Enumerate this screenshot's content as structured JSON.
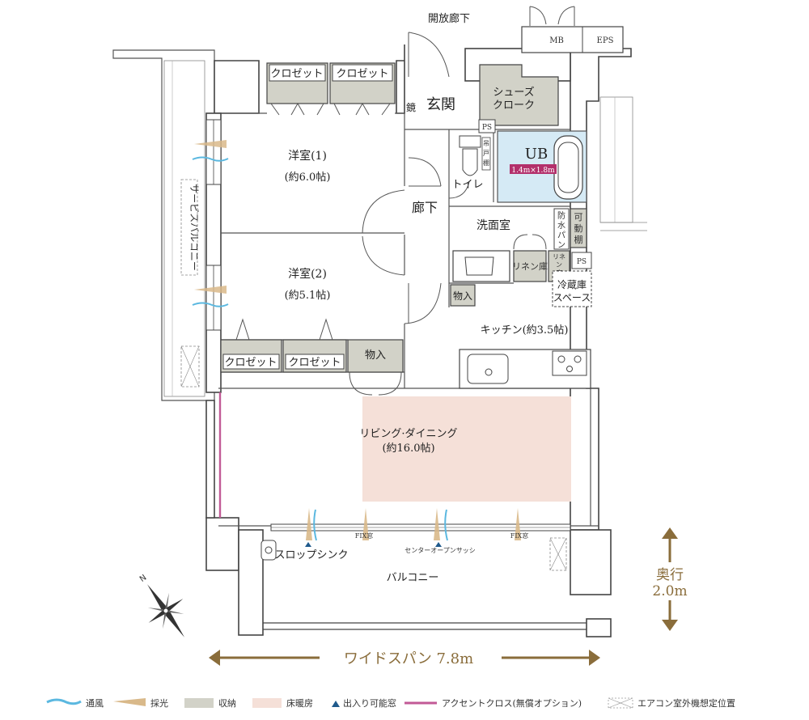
{
  "rooms": {
    "corridor_open": "開放廊下",
    "mb": "MB",
    "eps": "EPS",
    "entrance": "玄関",
    "mirror": "鏡",
    "shoe_cloak": [
      "シューズ",
      "クローク"
    ],
    "ps": "PS",
    "ub": "UB",
    "ub_size": "1.4m×1.8m",
    "hanging_shelf": [
      "吊",
      "戸",
      "棚"
    ],
    "toilet": "トイレ",
    "hallway": "廊下",
    "washroom": "洗面室",
    "waterproof_pan": [
      "防",
      "水",
      "パ",
      "ン"
    ],
    "movable_shelf": [
      "可",
      "動",
      "棚"
    ],
    "linen_storage": "リネン庫",
    "linen_storage_small": [
      "リネ",
      "ン",
      "庫"
    ],
    "ps2": "PS",
    "fridge_space": [
      "冷蔵庫",
      "スペース"
    ],
    "storage_small": "物入",
    "kitchen": "キッチン(約3.5帖)",
    "western1": "洋室(1)",
    "western1_size": "(約6.0帖)",
    "western2": "洋室(2)",
    "western2_size": "(約5.1帖)",
    "closet": "クロゼット",
    "storage": "物入",
    "living": "リビング·ダイニング",
    "living_size": "(約16.0帖)",
    "service_balcony": "サービスバルコニー",
    "fix_window": "FIX窓",
    "center_sash": "センターオープンサッシ",
    "slop_sink": "スロップシンク",
    "balcony": "バルコニー"
  },
  "dimensions": {
    "depth_label": "奥行",
    "depth_value": "2.0m",
    "span_label": "ワイドスパン 7.8m"
  },
  "legend": [
    {
      "label": "通風",
      "icon": "wind-icon",
      "color": "#5bb8e0"
    },
    {
      "label": "採光",
      "icon": "light-icon",
      "color": "#d9b98a"
    },
    {
      "label": "収納",
      "icon": "storage-icon",
      "color": "#d2d2c8"
    },
    {
      "label": "床暖房",
      "icon": "floor-heating-icon",
      "color": "#f5e0d8"
    },
    {
      "label": "出入り可能窓",
      "icon": "triangle-icon",
      "color": "#1f5a8c"
    },
    {
      "label": "アクセントクロス(無償オプション)",
      "icon": "accent-line-icon",
      "color": "#c25a96"
    },
    {
      "label": "エアコン室外機想定位置",
      "icon": "ac-unit-icon",
      "color": "#999999"
    }
  ],
  "colors": {
    "brown_arrow": "#8a6d3b",
    "ub_blue": "#d5eaf5",
    "ub_size_bg": "#b3306b",
    "floor_heating": "#f5e0d8",
    "accent_cross": "#c25a96"
  }
}
